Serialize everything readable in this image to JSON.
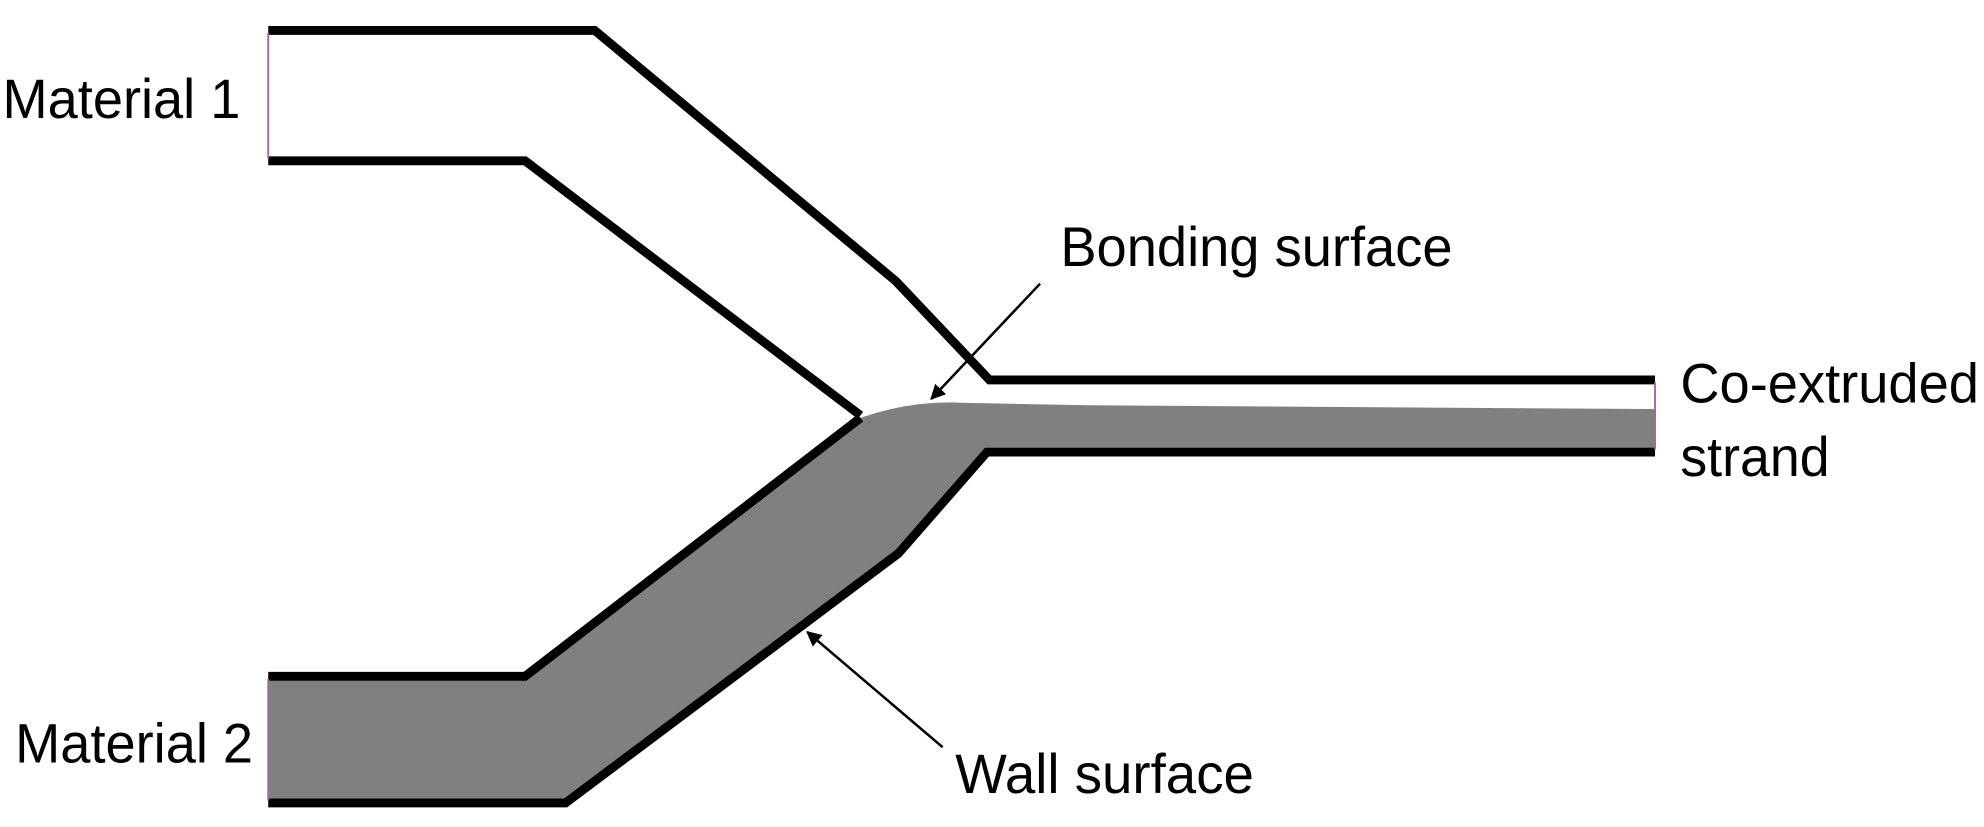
{
  "labels": {
    "material1": "Material 1",
    "material2": "Material 2",
    "bonding": "Bonding surface",
    "strand_line1": "Co-extruded",
    "strand_line2": "strand",
    "wall": "Wall surface"
  },
  "colors": {
    "material2_fill": "#808080",
    "outline": "#000000",
    "edge": "#9b6a9b"
  }
}
